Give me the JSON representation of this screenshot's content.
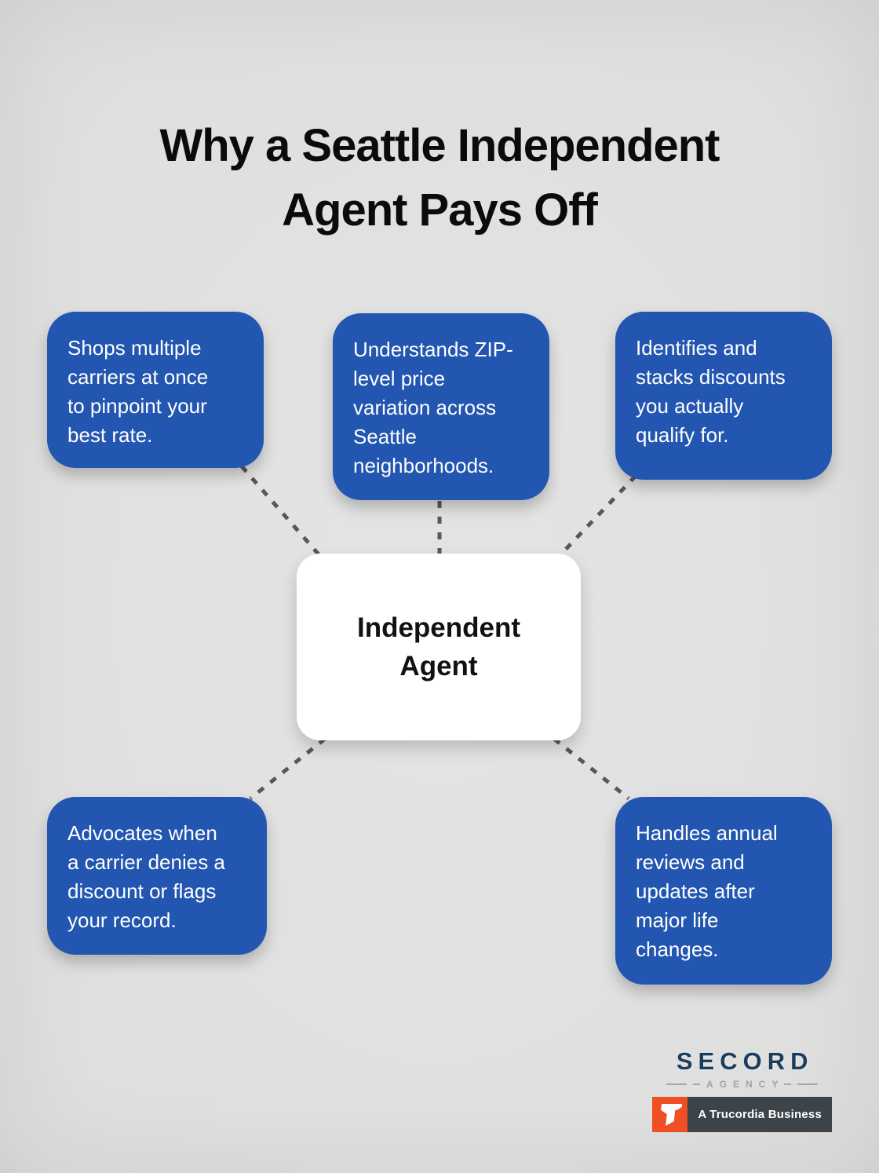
{
  "title": "Why a Seattle Independent\nAgent Pays Off",
  "center_node": {
    "label": "Independent\nAgent"
  },
  "nodes": [
    {
      "id": "top-left",
      "text": "Shops multiple\ncarriers at once\nto pinpoint your\nbest rate."
    },
    {
      "id": "top-center",
      "text": "Understands ZIP-\nlevel price\nvariation across\nSeattle\nneighborhoods."
    },
    {
      "id": "top-right",
      "text": "Identifies and\nstacks discounts\nyou actually\nqualify for."
    },
    {
      "id": "bottom-left",
      "text": "Advocates when\na carrier denies a\ndiscount or flags\nyour record."
    },
    {
      "id": "bottom-right",
      "text": "Handles annual\nreviews and\nupdates after\nmajor life\nchanges."
    }
  ],
  "brand": {
    "wordmark": "SECORD",
    "subbrand": "AGENCY",
    "partner_label": "A Trucordia Business",
    "icon": "trucordia-t-icon"
  },
  "colors": {
    "background": "#e0e1e0",
    "node_blue": "#2256b0",
    "node_text": "#ffffff",
    "center_bg": "#ffffff",
    "center_text": "#111111",
    "connector_gray": "#585858",
    "title_black": "#0b0b0b",
    "brand_navy": "#1c3c5e",
    "agency_gray": "#a3a3a3",
    "trucordia_orange": "#f04e23",
    "trucordia_bar": "#3c4349"
  }
}
